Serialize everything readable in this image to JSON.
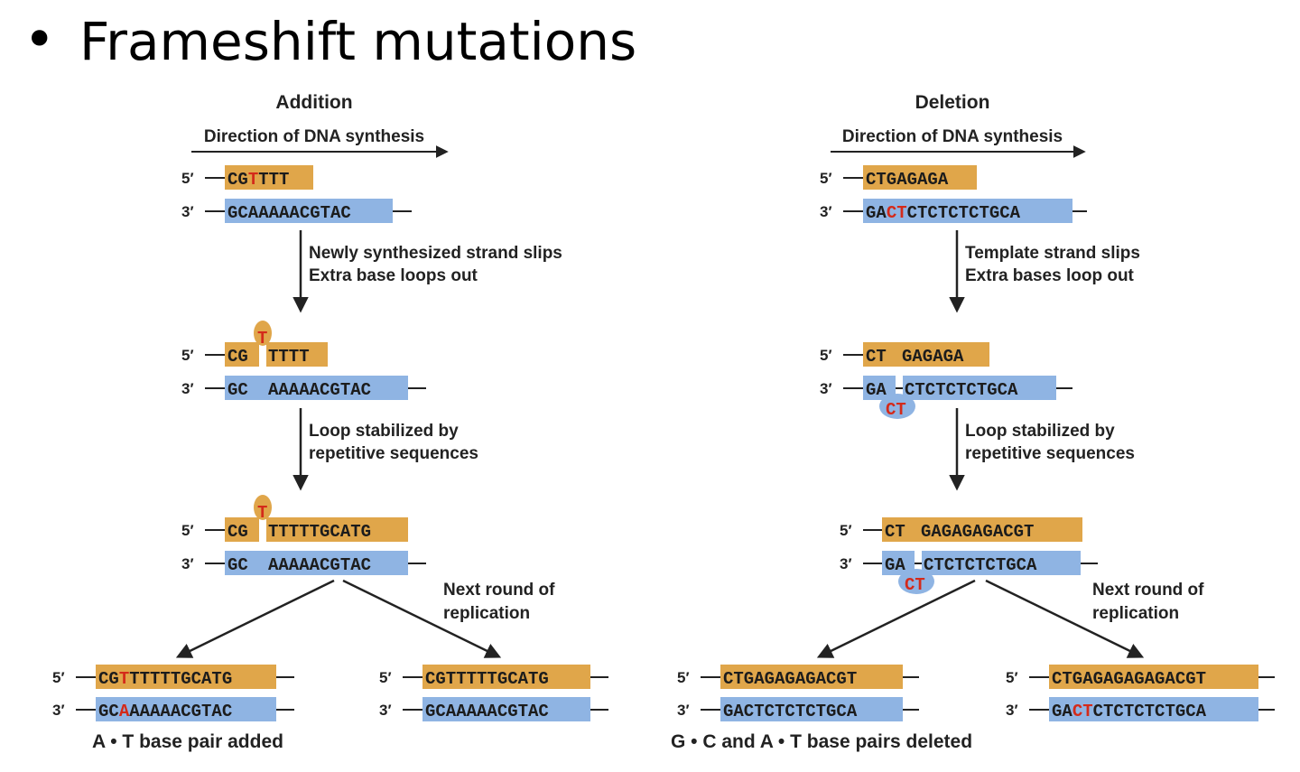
{
  "slide": {
    "bullet": "•",
    "title": "Frameshift mutations"
  },
  "colors": {
    "top_strand": "#e0a64a",
    "bottom_strand": "#8fb4e3",
    "mutation": "#d42a1a",
    "line": "#222222"
  },
  "addition": {
    "header": "Addition",
    "direction": "Direction of DNA synthesis",
    "step1": {
      "top": "CGTTTT",
      "bottom": "GCAAAAACGTAC"
    },
    "arrow1": [
      "Newly synthesized strand slips",
      "Extra base loops out"
    ],
    "step2": {
      "loop": "T",
      "top_left": "CG",
      "top_right": "TTTT",
      "bottom_left": "GC",
      "bottom_right": "AAAAACGTAC"
    },
    "arrow2": [
      "Loop stabilized by",
      "repetitive sequences"
    ],
    "step3": {
      "loop": "T",
      "top_left": "CG",
      "top_right": "TTTTTGCATG",
      "bottom_left": "GC",
      "bottom_right": "AAAAACGTAC"
    },
    "next_round": [
      "Next round of",
      "replication"
    ],
    "result_left": {
      "top_a": "CG",
      "top_b": "T",
      "top_c": "TTTTTGCATG",
      "bottom_a": "GC",
      "bottom_b": "A",
      "bottom_c": "AAAAACGTAC"
    },
    "result_right": {
      "top": "CGTTTTTGCATG",
      "bottom": "GCAAAAACGTAC"
    },
    "caption": "A • T base pair added"
  },
  "deletion": {
    "header": "Deletion",
    "direction": "Direction of DNA synthesis",
    "step1": {
      "top": "CTGAGAGA",
      "bottom_a": "GA",
      "bottom_b": "CT",
      "bottom_c": "CTCTCTCTGCA"
    },
    "arrow1": [
      "Template strand slips",
      "Extra bases loop out"
    ],
    "step2": {
      "top_left": "CT",
      "top_right": "GAGAGA",
      "bottom_left": "GA",
      "bottom_right": "CTCTCTCTGCA",
      "loop": "CT"
    },
    "arrow2": [
      "Loop stabilized by",
      "repetitive sequences"
    ],
    "step3": {
      "top_left": "CT",
      "top_right": "GAGAGAGACGT",
      "bottom_left": "GA",
      "bottom_right": "CTCTCTCTGCA",
      "loop": "CT"
    },
    "next_round": [
      "Next round of",
      "replication"
    ],
    "result_left": {
      "top": "CTGAGAGAGACGT",
      "bottom": "GACTCTCTCTGCA"
    },
    "result_right": {
      "top": "CTGAGAGAGAGACGT",
      "bottom_a": "GA",
      "bottom_b": "CT",
      "bottom_c": "CTCTCTCTGCA"
    },
    "caption": "G • C and A • T base pairs deleted"
  },
  "labels": {
    "five_prime": "5′",
    "three_prime": "3′"
  }
}
